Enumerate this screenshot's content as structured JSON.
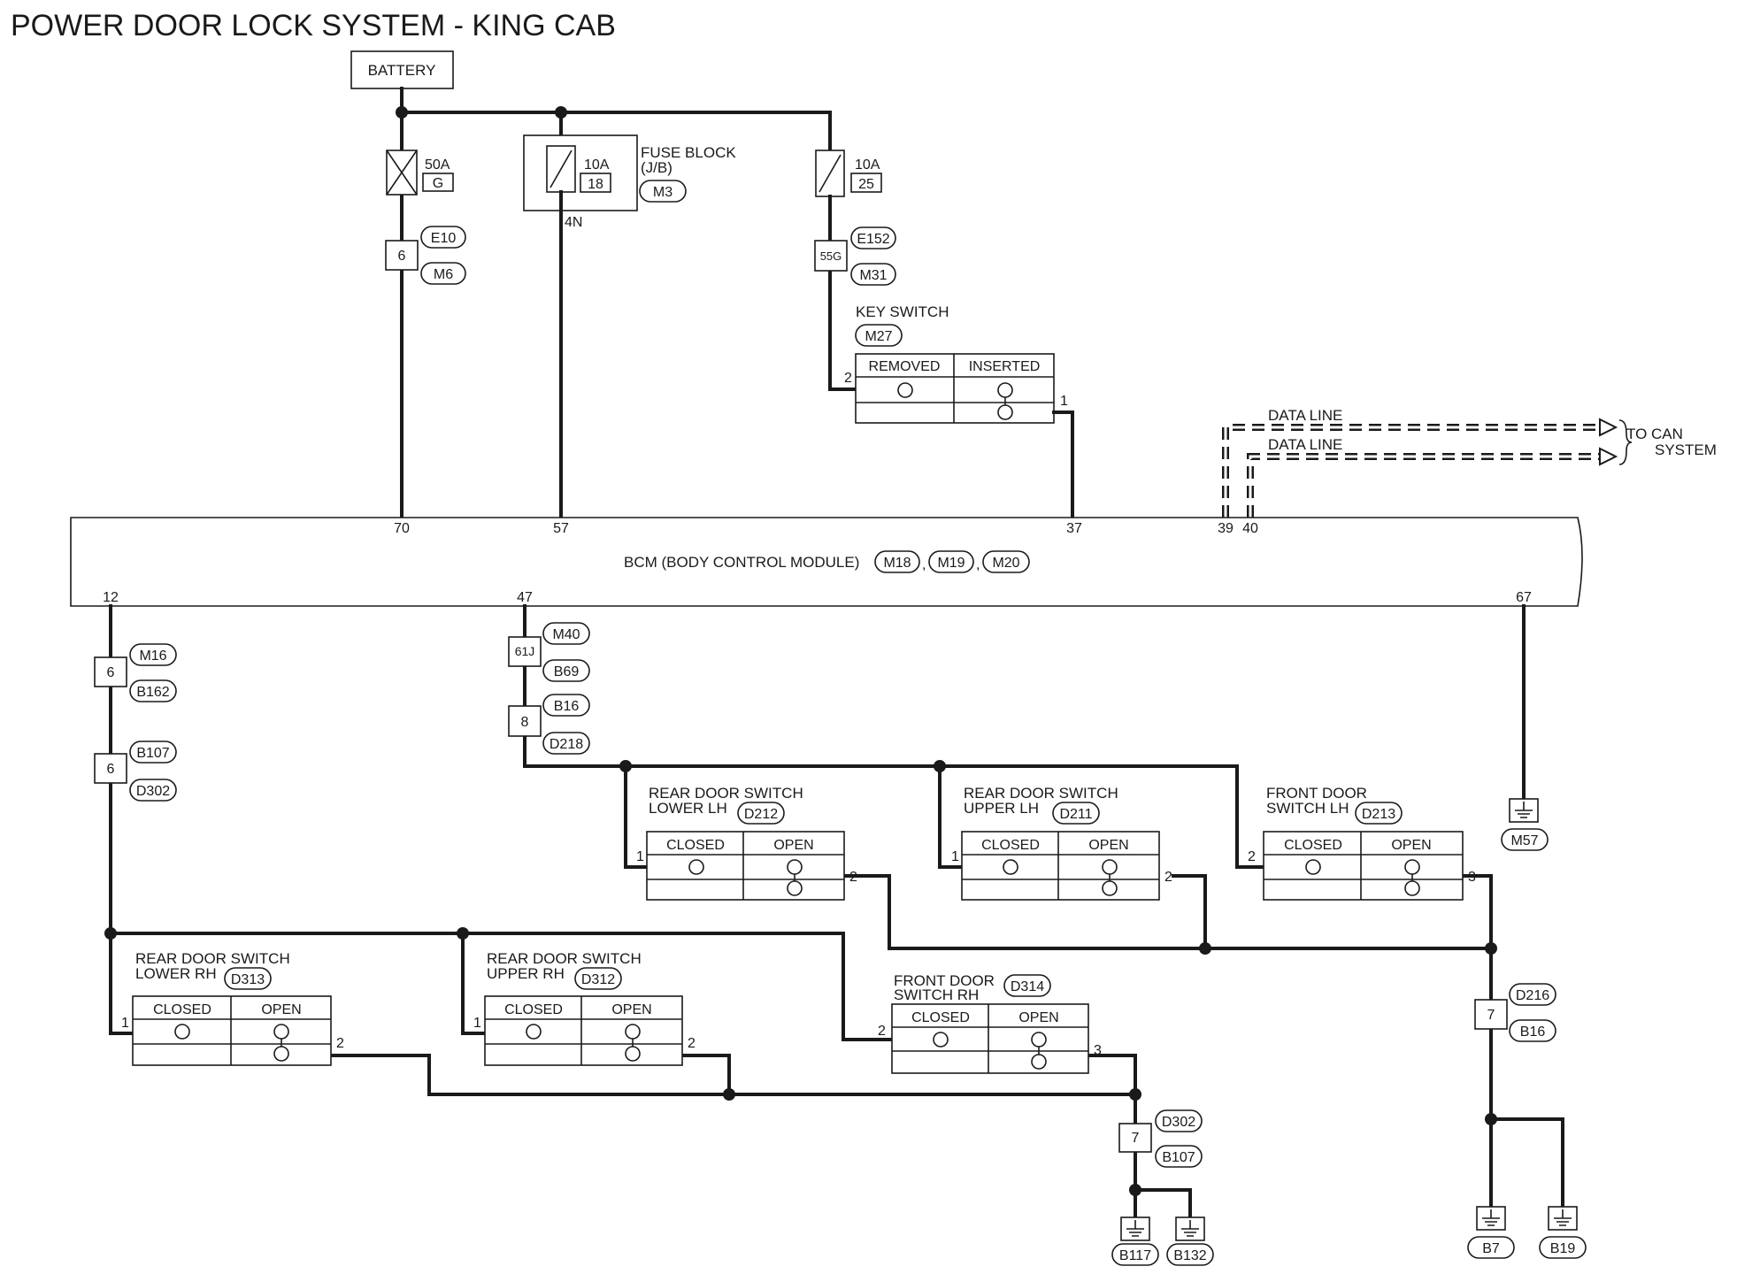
{
  "title": "POWER DOOR LOCK SYSTEM - KING CAB",
  "battery": "BATTERY",
  "fuse_50a": {
    "rating": "50A",
    "id": "G"
  },
  "fuse_block": {
    "label_1": "FUSE BLOCK",
    "label_2": "(J/B)",
    "rating": "10A",
    "id": "18",
    "connector": "M3",
    "terminal": "4N"
  },
  "fuse_25": {
    "rating": "10A",
    "id": "25"
  },
  "splice_6": {
    "pin": "6",
    "conn_a": "E10",
    "conn_b": "M6"
  },
  "splice_55g": {
    "pin": "55G",
    "conn_a": "E152",
    "conn_b": "M31"
  },
  "key_switch": {
    "label": "KEY SWITCH",
    "connector": "M27",
    "col_removed": "REMOVED",
    "col_inserted": "INSERTED",
    "pin_left": "2",
    "pin_right": "1"
  },
  "data_line": {
    "line_1": "DATA LINE",
    "line_2": "DATA LINE",
    "dest_1": "TO CAN",
    "dest_2": "SYSTEM"
  },
  "bcm": {
    "label": "BCM (BODY CONTROL MODULE)",
    "connectors": [
      "M18",
      "M19",
      "M20"
    ],
    "sep": ",",
    "pin_70": "70",
    "pin_57": "57",
    "pin_37": "37",
    "pin_39": "39",
    "pin_40": "40",
    "pin_12": "12",
    "pin_47": "47",
    "pin_67": "67"
  },
  "left_branch": {
    "pin_a": "6",
    "conn_a1": "M16",
    "conn_a2": "B162",
    "pin_b": "6",
    "conn_b1": "B107",
    "conn_b2": "D302"
  },
  "mid_branch": {
    "pin_a": "61J",
    "conn_a1": "M40",
    "conn_a2": "B69",
    "pin_b": "8",
    "conn_b1": "B16",
    "conn_b2": "D218"
  },
  "ground_m57": "M57",
  "switches": {
    "closed": "CLOSED",
    "open": "OPEN",
    "rear_lower_lh": {
      "line_1": "REAR DOOR SWITCH",
      "line_2": "LOWER LH",
      "connector": "D212",
      "pin_in": "1",
      "pin_out": "2"
    },
    "rear_upper_lh": {
      "line_1": "REAR DOOR SWITCH",
      "line_2": "UPPER LH",
      "connector": "D211",
      "pin_in": "1",
      "pin_out": "2"
    },
    "front_lh": {
      "line_1": "FRONT DOOR",
      "line_2": "SWITCH LH",
      "connector": "D213",
      "pin_in": "2",
      "pin_out": "3"
    },
    "rear_lower_rh": {
      "line_1": "REAR DOOR SWITCH",
      "line_2": "LOWER RH",
      "connector": "D313",
      "pin_in": "1",
      "pin_out": "2"
    },
    "rear_upper_rh": {
      "line_1": "REAR DOOR SWITCH",
      "line_2": "UPPER RH",
      "connector": "D312",
      "pin_in": "1",
      "pin_out": "2"
    },
    "front_rh": {
      "line_1": "FRONT DOOR",
      "line_2": "SWITCH RH",
      "connector": "D314",
      "pin_in": "2",
      "pin_out": "3"
    }
  },
  "rh_ground": {
    "pin": "7",
    "conn_a": "D302",
    "conn_b": "B107",
    "gnd_a": "B117",
    "gnd_b": "B132"
  },
  "lh_ground": {
    "pin": "7",
    "conn_a": "D216",
    "conn_b": "B16",
    "gnd_a": "B7",
    "gnd_b": "B19"
  }
}
